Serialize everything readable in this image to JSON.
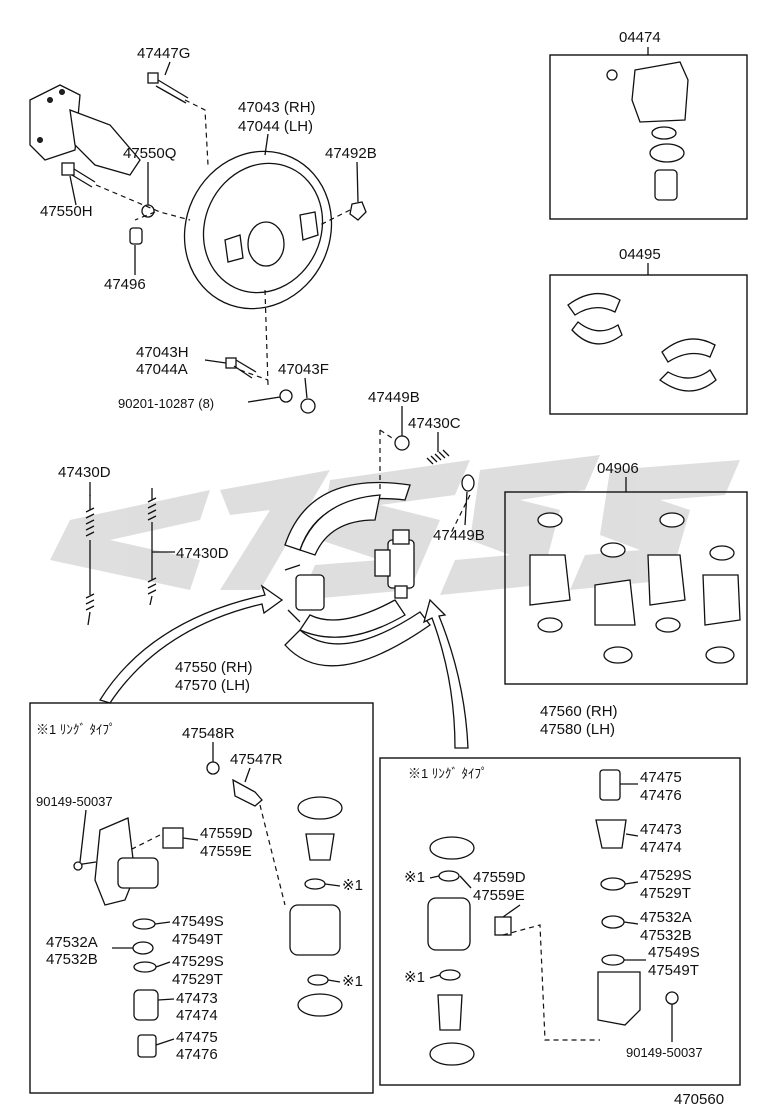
{
  "labels": {
    "l47447g": "47447G",
    "l47043": "47043 (RH)",
    "l47044": "47044 (LH)",
    "l47492b": "47492B",
    "l47550q": "47550Q",
    "l47550h": "47550H",
    "l47496": "47496",
    "l47043h": "47043H",
    "l47044a": "47044A",
    "l47043f": "47043F",
    "l90201": "90201-10287 (8)",
    "l47449b_a": "47449B",
    "l47430c": "47430C",
    "l47449b_b": "47449B",
    "l47430d_a": "47430D",
    "l47430d_b": "47430D",
    "k04474": "04474",
    "k04495": "04495",
    "k04906": "04906",
    "a47550": "47550 (RH)",
    "a47570": "47570 (LH)",
    "a47560": "47560 (RH)",
    "a47580": "47580 (LH)",
    "ringL": "※1 ﾘﾝｸﾞ ﾀｲﾌﾟ",
    "ringR": "※1 ﾘﾝｸﾞ ﾀｲﾌﾟ",
    "L47548r": "47548R",
    "L47547r": "47547R",
    "L90149": "90149-50037",
    "L47559d": "47559D",
    "L47559e": "47559E",
    "Lmk1": "※1",
    "L47549s": "47549S",
    "L47549t": "47549T",
    "L47532a": "47532A",
    "L47532b": "47532B",
    "L47529s": "47529S",
    "L47529t": "47529T",
    "Lmk2": "※1",
    "L47473": "47473",
    "L47474": "47474",
    "L47475": "47475",
    "L47476": "47476",
    "R47475": "47475",
    "R47476": "47476",
    "R47473": "47473",
    "R47474": "47474",
    "R47529s": "47529S",
    "R47529t": "47529T",
    "R47532a": "47532A",
    "R47532b": "47532B",
    "R47549s": "47549S",
    "R47549t": "47549T",
    "R90149": "90149-50037",
    "Rmk1": "※1",
    "R47559d": "47559D",
    "R47559e": "47559E",
    "Rmk2": "※1",
    "diagram_id": "470560"
  }
}
